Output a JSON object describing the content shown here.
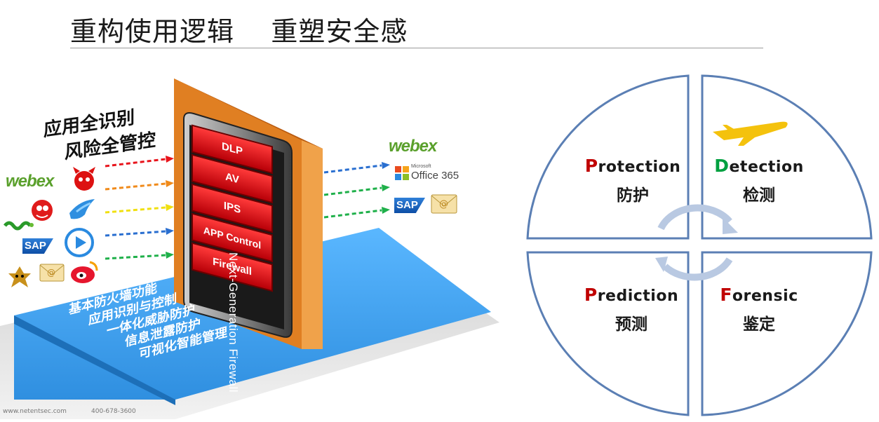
{
  "title": "重构使用逻辑    重塑安全感",
  "slogan": {
    "line1": "应用全识别",
    "line2": "风险全管控"
  },
  "firewall": {
    "vertical_label": "Next-Generation Firewall",
    "modules": [
      "DLP",
      "AV",
      "IPS",
      "APP Control",
      "Firewall"
    ]
  },
  "base_features": [
    "基本防火墙功能",
    "应用识别与控制",
    "一体化威胁防护",
    "信息泄露防护",
    "可视化智能管理"
  ],
  "app_icons_left": [
    "webex",
    "SAP"
  ],
  "app_icons_right": {
    "webex": "webex",
    "office_small": "Microsoft",
    "office": "Office 365",
    "sap": "SAP"
  },
  "footer": {
    "site": "www.netentsec.com",
    "phone": "400-678-3600"
  },
  "ppdr": {
    "protection": {
      "cap": "P",
      "rest": "rotection",
      "zh": "防护",
      "cap_color": "#c00000"
    },
    "detection": {
      "cap": "D",
      "rest": "etection",
      "zh": "检测",
      "cap_color": "#00a040"
    },
    "prediction": {
      "cap": "P",
      "rest": "rediction",
      "zh": "预测",
      "cap_color": "#c00000"
    },
    "forensic": {
      "cap": "F",
      "rest": "orensic",
      "zh": "鉴定",
      "cap_color": "#c00000"
    }
  },
  "colors": {
    "ring": "#5b7fb4",
    "platform": "#3da0ee",
    "wall": "#e07f22",
    "module": "#e8141c",
    "cycle_arrow": "#b9c9e2",
    "plane": "#f4c20d"
  }
}
